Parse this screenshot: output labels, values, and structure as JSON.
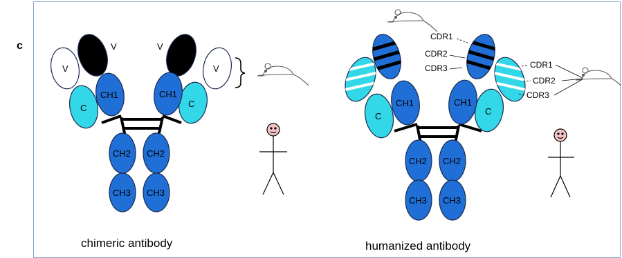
{
  "panel_label": "c",
  "colors": {
    "constant_heavy": "#1f6fd6",
    "constant_light": "#33d8e8",
    "murine_variable": "#000000",
    "human_variable": "#ffffff",
    "outline": "#1b2a50"
  },
  "chimeric": {
    "caption": "chimeric antibody",
    "domains": {
      "v_heavy_left": "V",
      "v_heavy_right": "V",
      "v_light_left": "V",
      "v_light_right": "V",
      "ch1_left": "CH1",
      "ch1_right": "CH1",
      "c_left": "C",
      "c_right": "C",
      "ch2_left": "CH2",
      "ch2_right": "CH2",
      "ch3_left": "CH3",
      "ch3_right": "CH3"
    },
    "icons": [
      "mouse-icon",
      "stick-figure-icon"
    ]
  },
  "humanized": {
    "caption": "humanized antibody",
    "domains": {
      "ch1_left": "CH1",
      "ch1_right": "CH1",
      "c_left": "C",
      "c_right": "C",
      "ch2_left": "CH2",
      "ch2_right": "CH2",
      "ch3_left": "CH3",
      "ch3_right": "CH3"
    },
    "heavy_cdr_labels": [
      "CDR1",
      "CDR2",
      "CDR3"
    ],
    "light_cdr_labels": [
      "CDR1",
      "CDR2",
      "CDR3"
    ],
    "icons": [
      "mouse-icon",
      "mouse-icon",
      "stick-figure-icon"
    ]
  }
}
